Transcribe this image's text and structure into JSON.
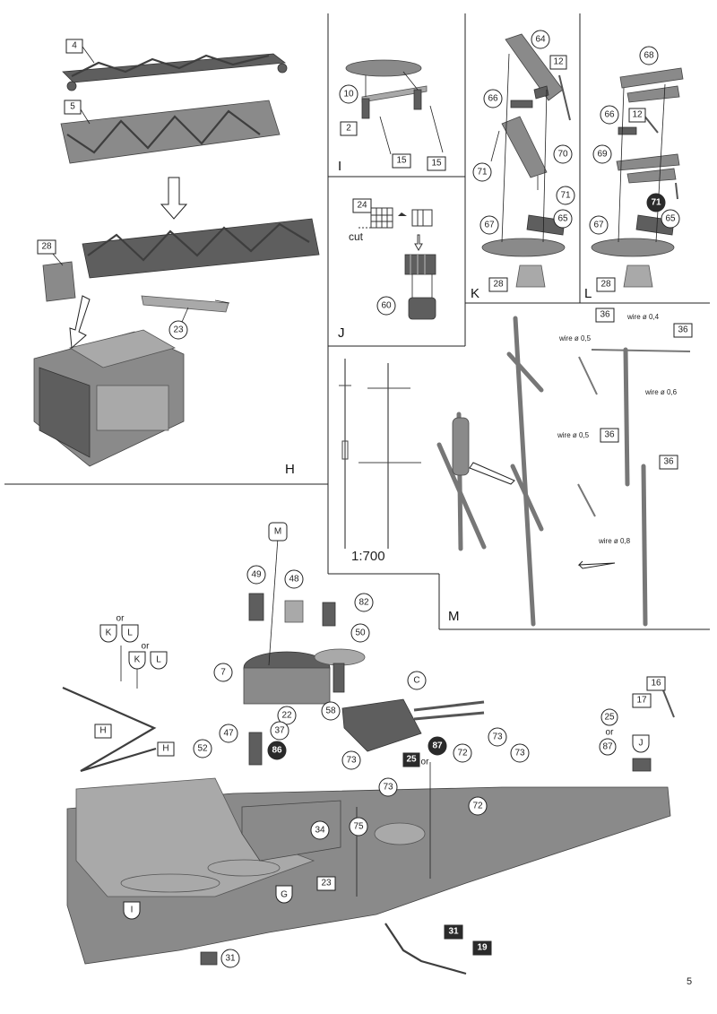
{
  "page_number": "5",
  "steps": {
    "H": "H",
    "I": "I",
    "J": "J",
    "K": "K",
    "L": "L",
    "M": "M"
  },
  "step_H": {
    "parts": [
      "4",
      "5",
      "28",
      "23"
    ]
  },
  "step_I": {
    "parts": [
      "10",
      "2",
      "15",
      "15"
    ]
  },
  "step_J": {
    "parts": [
      "24",
      "60"
    ],
    "cut_text": "cut"
  },
  "step_K": {
    "parts": [
      "64",
      "12",
      "66",
      "71",
      "70",
      "71",
      "67",
      "65",
      "28"
    ]
  },
  "step_L": {
    "parts": [
      "68",
      "66",
      "12",
      "69",
      "71",
      "67",
      "65",
      "28"
    ]
  },
  "step_M": {
    "scale_text": "1:700",
    "wire_notes": [
      "wire ø 0,5",
      "wire ø 0,4",
      "wire ø 0,6",
      "wire ø 0,5",
      "wire ø 0,8"
    ],
    "parts": [
      "36",
      "36",
      "36",
      "36"
    ]
  },
  "main_assembly": {
    "callouts": [
      "M",
      "49",
      "48",
      "82",
      "50",
      "7",
      "C",
      "47",
      "22",
      "37",
      "58",
      "52",
      "86",
      "73",
      "87",
      "72",
      "73",
      "73",
      "25",
      "73",
      "72",
      "75",
      "34",
      "23",
      "G",
      "I",
      "31",
      "19",
      "31",
      "25",
      "87",
      "J",
      "16",
      "17"
    ],
    "sub_assembly_refs": [
      "K",
      "L",
      "K",
      "L",
      "H",
      "H"
    ],
    "or_text": "or"
  },
  "colors": {
    "ink": "#222222",
    "part": "#8a8a8a",
    "paper": "#ffffff"
  }
}
